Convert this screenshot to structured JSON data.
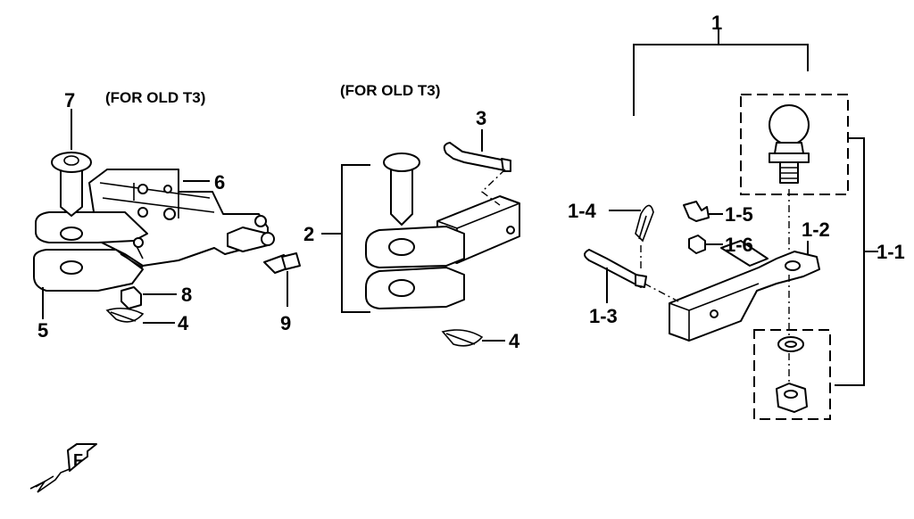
{
  "notes": {
    "left": "(FOR OLD T3)",
    "middle": "(FOR OLD T3)"
  },
  "callouts": {
    "c1": "1",
    "c1_1": "1-1",
    "c1_2": "1-2",
    "c1_3": "1-3",
    "c1_4": "1-4",
    "c1_5": "1-5",
    "c1_6": "1-6",
    "c2": "2",
    "c3": "3",
    "c4_left": "4",
    "c4_mid": "4",
    "c5": "5",
    "c6": "6",
    "c7": "7",
    "c8": "8",
    "c9": "9"
  },
  "icons": {
    "direction": "front-direction-icon",
    "direction_letter": "F"
  },
  "colors": {
    "line": "#000000",
    "background": "#ffffff"
  }
}
